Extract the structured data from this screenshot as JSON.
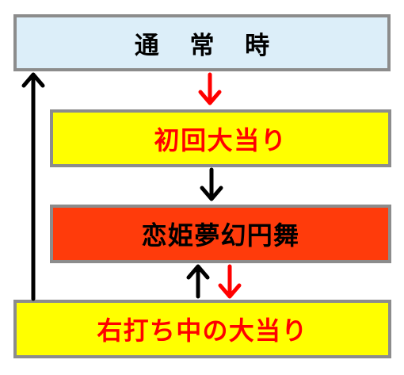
{
  "states": {
    "normal": {
      "label": "通 常 時",
      "fill": "#dceef9",
      "text_color": "#000000"
    },
    "first_hit": {
      "label": "初回大当り",
      "fill": "#ffff00",
      "text_color": "#ff0000"
    },
    "koihime": {
      "label": "恋姫夢幻円舞",
      "fill": "#ff3b0b",
      "text_color": "#000000"
    },
    "right_hit": {
      "label": "右打ち中の大当り",
      "fill": "#ffff00",
      "text_color": "#ff0000"
    }
  },
  "arrows": [
    {
      "from": "normal",
      "to": "first_hit",
      "color": "#ff0000"
    },
    {
      "from": "first_hit",
      "to": "koihime",
      "color": "#000000"
    },
    {
      "from": "koihime",
      "to": "right_hit",
      "color": "#ff0000"
    },
    {
      "from": "right_hit",
      "to": "koihime",
      "color": "#000000"
    },
    {
      "from": "right_hit",
      "to": "normal",
      "color": "#000000"
    }
  ]
}
